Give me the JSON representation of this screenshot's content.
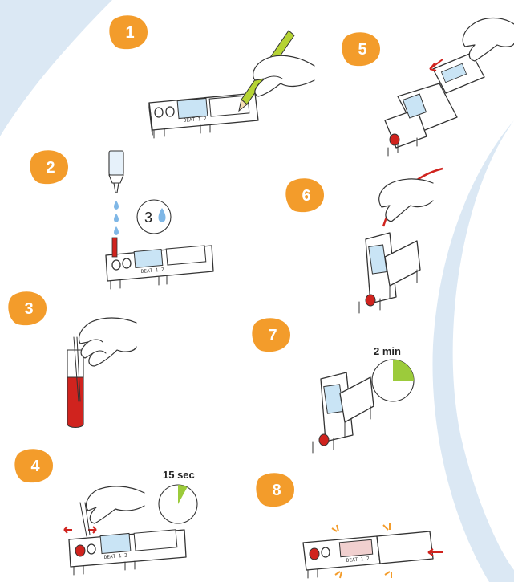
{
  "steps": [
    {
      "label": "1"
    },
    {
      "label": "2"
    },
    {
      "label": "3"
    },
    {
      "label": "4"
    },
    {
      "label": "5"
    },
    {
      "label": "6"
    },
    {
      "label": "7"
    },
    {
      "label": "8"
    }
  ],
  "drop_counter": {
    "count": "3"
  },
  "timers": [
    {
      "label": "15 sec",
      "fraction": 0.08
    },
    {
      "label": "2 min",
      "fraction": 0.25
    }
  ],
  "cartridge": {
    "label": "DEAT 1 2"
  },
  "colors": {
    "badge": "#f39c2b",
    "background_arc": "#dbe8f4",
    "pencil": "#b5d334",
    "blood": "#d0231e",
    "reagent": "#7fb7e6",
    "cartridge_window": "#c9e4f5",
    "timer_wedge": "#9ccb3b"
  }
}
